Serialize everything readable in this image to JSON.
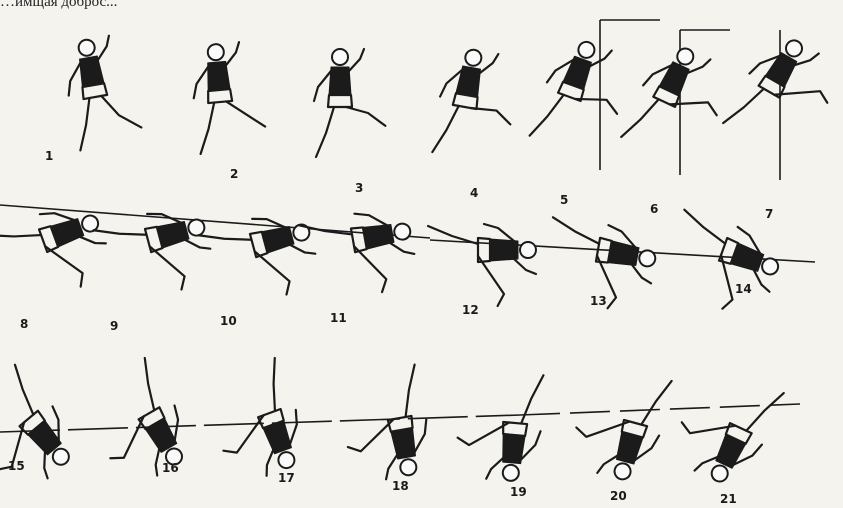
{
  "caption": "…имщая доброс...",
  "frames": [
    "1",
    "2",
    "3",
    "4",
    "5",
    "6",
    "7",
    "8",
    "9",
    "10",
    "11",
    "12",
    "13",
    "14",
    "15",
    "16",
    "17",
    "18",
    "19",
    "20",
    "21"
  ]
}
